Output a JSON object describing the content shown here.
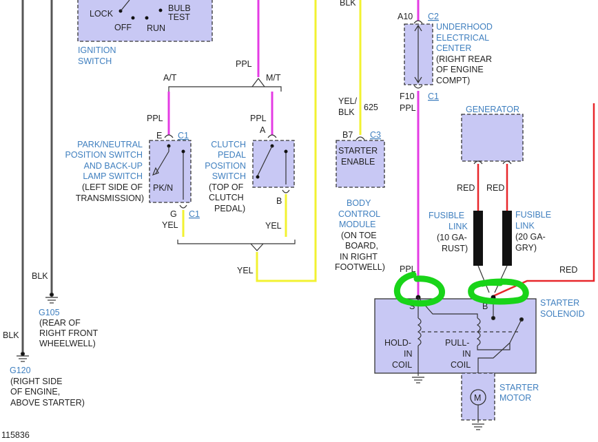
{
  "ignition_switch": {
    "positions": [
      "LOCK",
      "OFF",
      "RUN",
      "BULB",
      "TEST"
    ],
    "name_lines": [
      "IGNITION",
      "SWITCH"
    ]
  },
  "wires": {
    "ppl": "PPL",
    "at": "A/T",
    "mt": "M/T",
    "yel": "YEL",
    "blk": "BLK",
    "yel_blk_lines": [
      "YEL/",
      "BLK"
    ],
    "circuit_625": "625",
    "red": "RED"
  },
  "park_neutral_switch": {
    "pin_e": "E",
    "pin_g": "G",
    "connector": "C1",
    "contact": "PK/N",
    "name_lines": [
      "PARK/NEUTRAL",
      "POSITION SWITCH",
      "AND BACK-UP",
      "LAMP SWITCH"
    ],
    "location_lines": [
      "(LEFT SIDE OF",
      "TRANSMISSION)"
    ]
  },
  "clutch_switch": {
    "pin_a": "A",
    "pin_b": "B",
    "name_lines": [
      "CLUTCH",
      "PEDAL",
      "POSITION",
      "SWITCH"
    ],
    "location_lines": [
      "(TOP OF",
      "CLUTCH",
      "PEDAL)"
    ]
  },
  "bcm": {
    "pin": "B7",
    "connector": "C3",
    "inner_lines": [
      "STARTER",
      "ENABLE"
    ],
    "name_lines": [
      "BODY",
      "CONTROL",
      "MODULE"
    ],
    "location_lines": [
      "(ON TOE",
      "BOARD,",
      "IN RIGHT",
      "FOOTWELL)"
    ]
  },
  "underhood_center": {
    "pin_top": "A10",
    "conn_top": "C2",
    "pin_bottom": "F10",
    "conn_bottom": "C1",
    "name_lines": [
      "UNDERHOOD",
      "ELECTRICAL",
      "CENTER"
    ],
    "location_lines": [
      "(RIGHT REAR",
      "OF ENGINE",
      "COMPT)"
    ]
  },
  "generator": {
    "name": "GENERATOR"
  },
  "fusible_links": [
    {
      "name_lines": [
        "FUSIBLE",
        "LINK"
      ],
      "size_lines": [
        "(10 GA-",
        "RUST)"
      ]
    },
    {
      "name_lines": [
        "FUSIBLE",
        "LINK"
      ],
      "size_lines": [
        "(20 GA-",
        "GRY)"
      ]
    }
  ],
  "grounds": [
    {
      "name": "G105",
      "location_lines": [
        "(REAR OF",
        "RIGHT FRONT",
        "WHEELWELL)"
      ]
    },
    {
      "name": "G120",
      "location_lines": [
        "(RIGHT SIDE",
        "OF ENGINE,",
        "ABOVE STARTER)"
      ]
    }
  ],
  "starter_solenoid": {
    "terminal_s": "S",
    "terminal_b": "B",
    "name_lines": [
      "STARTER",
      "SOLENOID"
    ],
    "hold_coil_lines": [
      "HOLD-",
      "IN",
      "COIL"
    ],
    "pull_coil_lines": [
      "PULL-",
      "IN",
      "COIL"
    ]
  },
  "starter_motor": {
    "symbol": "M",
    "name_lines": [
      "STARTER",
      "MOTOR"
    ]
  },
  "diagram_id": "115836",
  "colors": {
    "ppl": "#e43be4",
    "yel": "#f2f230",
    "red": "#e8262a",
    "highlight": "#19d419",
    "component_fill": "#c8c8f4",
    "label_blue": "#3f7fbf"
  }
}
